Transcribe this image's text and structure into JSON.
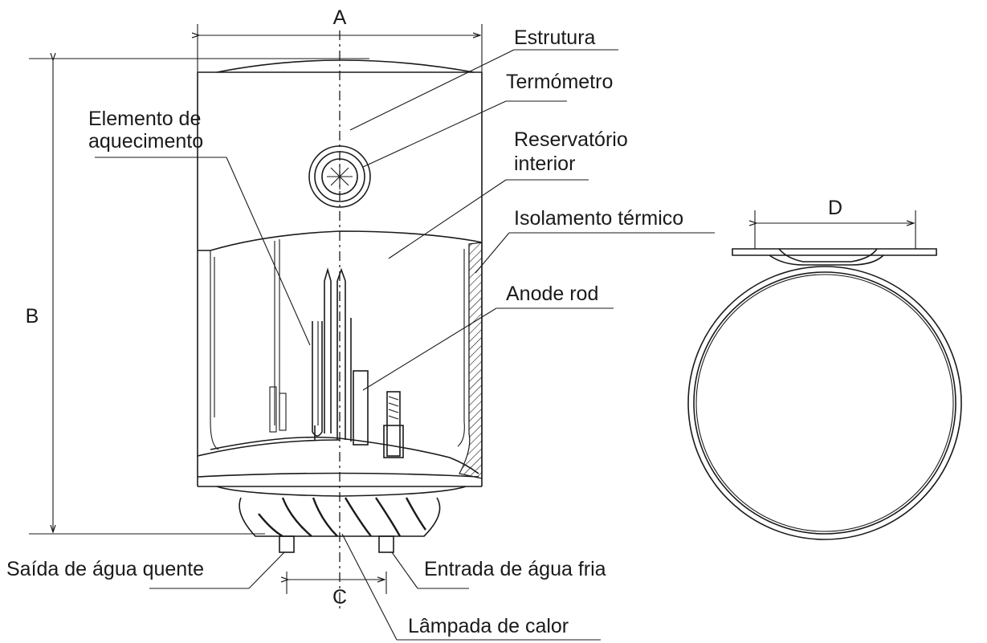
{
  "dimensions": {
    "a": "A",
    "b": "B",
    "c": "C",
    "d": "D"
  },
  "labels": {
    "estrutura": "Estrutura",
    "termometro": "Termómetro",
    "elemento_line1": "Elemento de",
    "elemento_line2": "aquecimento",
    "reservatorio_line1": "Reservatório",
    "reservatorio_line2": "interior",
    "isolamento": "Isolamento térmico",
    "anode": "Anode rod",
    "saida": "Saída de água quente",
    "entrada": "Entrada de água fria",
    "lampada": "Lâmpada de calor"
  }
}
